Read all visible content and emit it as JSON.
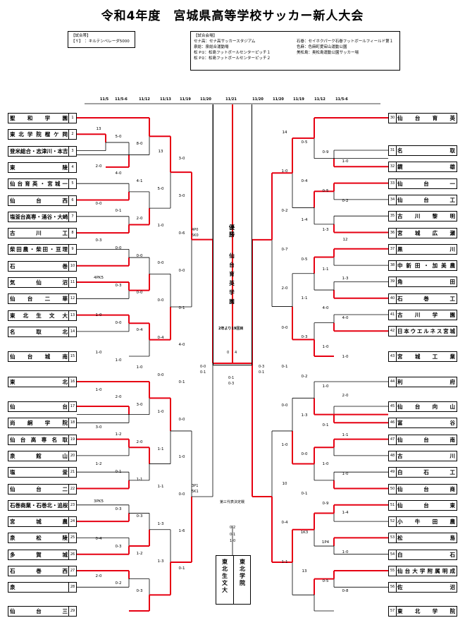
{
  "title": "令和4年度　宮城県高等学校サッカー新人大会",
  "venue_box_left": {
    "heading": "【試合帯】",
    "lines": [
      "【Ｙ】　：キルテンペレーダ5000"
    ]
  },
  "venue_box_right": {
    "heading": "【試合会場】",
    "left_lines": [
      "セナ高：セナ高サッカースタジアム",
      "泉総：泉総合運動場",
      "松 P①：松島フットボールセンターピッチ１",
      "松 P②：松島フットボールセンターピッチ２"
    ],
    "right_lines": [
      "石巻：セイホクパーク石巻フットボールフィールド第１",
      "色麻：色麻町愛宕山運動公園",
      "美松島：奥松島運動公園サッカー場"
    ]
  },
  "dates": [
    "11/5",
    "11/5-6",
    "11/12",
    "11/13",
    "11/19",
    "11/20",
    "11/21",
    "11/20",
    "11/20",
    "11/19",
    "11/12",
    "11/5-6"
  ],
  "left_teams": [
    {
      "n": "1",
      "name": "聖 和 学 園"
    },
    {
      "n": "2",
      "name": "東北学院榴ケ岡"
    },
    {
      "n": "3",
      "name": "登米総合・志津川・本吉響"
    },
    {
      "n": "4",
      "name": "東 陵"
    },
    {
      "n": "5",
      "name": "仙台育英・宮城一"
    },
    {
      "n": "6",
      "name": "仙 台 西"
    },
    {
      "n": "7",
      "name": "塩釜台高専・涌谷・大崎中央"
    },
    {
      "n": "8",
      "name": "古 川 工"
    },
    {
      "n": "9",
      "name": "柴田農・柴田・亘理"
    },
    {
      "n": "10",
      "name": "石 巻"
    },
    {
      "n": "11",
      "name": "気 仙 沼"
    },
    {
      "n": "12",
      "name": "仙 台 二 華"
    },
    {
      "n": "13",
      "name": "東 北 生 文 大"
    },
    {
      "n": "14",
      "name": "名 取 北"
    },
    {
      "n": "15",
      "name": "仙 台 城 南"
    },
    {
      "n": "16",
      "name": "東 北"
    },
    {
      "n": "17",
      "name": "仙 台"
    },
    {
      "n": "18",
      "name": "尚 絅 学 院"
    },
    {
      "n": "19",
      "name": "仙台高専名取"
    },
    {
      "n": "20",
      "name": "泉 館 山"
    },
    {
      "n": "21",
      "name": "塩 釜"
    },
    {
      "n": "22",
      "name": "仙 台 二"
    },
    {
      "n": "23",
      "name": "石巻商業・石巻北・追桜"
    },
    {
      "n": "24",
      "name": "宮 城 農"
    },
    {
      "n": "25",
      "name": "泉 松 陵"
    },
    {
      "n": "26",
      "name": "多 賀 城"
    },
    {
      "n": "27",
      "name": "石 巻 西"
    },
    {
      "n": "28",
      "name": "泉"
    },
    {
      "n": "29",
      "name": "仙 台 三"
    }
  ],
  "right_teams": [
    {
      "n": "30",
      "name": "仙 台 育 英"
    },
    {
      "n": "31",
      "name": "名 取"
    },
    {
      "n": "32",
      "name": "鏡 雄"
    },
    {
      "n": "33",
      "name": "仙 台 一"
    },
    {
      "n": "34",
      "name": "仙 台 工"
    },
    {
      "n": "35",
      "name": "古 川 黎 明"
    },
    {
      "n": "36",
      "name": "宮 城 広 瀬"
    },
    {
      "n": "37",
      "name": "黒 川"
    },
    {
      "n": "38",
      "name": "中新田・加美農"
    },
    {
      "n": "39",
      "name": "角 田"
    },
    {
      "n": "40",
      "name": "石 巻 工"
    },
    {
      "n": "41",
      "name": "古 川 学 園"
    },
    {
      "n": "42",
      "name": "日本ウエルネス宮城"
    },
    {
      "n": "43",
      "name": "宮 城 工 業"
    },
    {
      "n": "44",
      "name": "利 府"
    },
    {
      "n": "45",
      "name": "仙 台 向 山"
    },
    {
      "n": "46",
      "name": "富 谷"
    },
    {
      "n": "47",
      "name": "仙 台 南"
    },
    {
      "n": "48",
      "name": "古 川"
    },
    {
      "n": "49",
      "name": "白 石 工"
    },
    {
      "n": "50",
      "name": "仙 台 商"
    },
    {
      "n": "51",
      "name": "仙 台 東"
    },
    {
      "n": "52",
      "name": "小 牛 田 農"
    },
    {
      "n": "53",
      "name": "松 島"
    },
    {
      "n": "54",
      "name": "白 石"
    },
    {
      "n": "55",
      "name": "仙台大学附属明成"
    },
    {
      "n": "56",
      "name": "佐 沼"
    },
    {
      "n": "57",
      "name": "東 北 学 院"
    }
  ],
  "scores_left": [
    {
      "t": "13"
    },
    {
      "t": "5-0"
    },
    {
      "t": "8-0"
    },
    {
      "t": "13"
    },
    {
      "t": "3-0"
    },
    {
      "t": "2-0"
    },
    {
      "t": "4-0"
    },
    {
      "t": "4-1"
    },
    {
      "t": "5-0"
    },
    {
      "t": "3-0"
    },
    {
      "t": "0-0"
    },
    {
      "t": "0-1"
    },
    {
      "t": "2-0"
    },
    {
      "t": "1-0"
    },
    {
      "t": "0-6"
    },
    {
      "t": "0-3"
    },
    {
      "t": "0-0"
    },
    {
      "t": "0-0"
    },
    {
      "t": "0-0"
    },
    {
      "t": "0-0"
    },
    {
      "t": "4PK5"
    },
    {
      "t": "0-3"
    },
    {
      "t": "0-0"
    },
    {
      "t": "0-0"
    },
    {
      "t": "0-1"
    },
    {
      "t": "1-0"
    },
    {
      "t": "0-0"
    },
    {
      "t": "0-4"
    },
    {
      "t": "0-4"
    },
    {
      "t": "4-0"
    },
    {
      "t": "1-0"
    },
    {
      "t": "1-0"
    },
    {
      "t": "1-0"
    },
    {
      "t": "0-0"
    },
    {
      "t": "0-1"
    },
    {
      "t": "1-0"
    },
    {
      "t": "2-0"
    },
    {
      "t": "3-0"
    },
    {
      "t": "1-0"
    },
    {
      "t": "0-0"
    },
    {
      "t": "3-0"
    },
    {
      "t": "1-2"
    },
    {
      "t": "2-0"
    },
    {
      "t": "1-1"
    },
    {
      "t": "1-0"
    },
    {
      "t": "1-2"
    },
    {
      "t": "0-1"
    },
    {
      "t": "1-1"
    },
    {
      "t": "1-1"
    },
    {
      "t": "0-0"
    },
    {
      "t": "3PK5"
    },
    {
      "t": "0-3"
    },
    {
      "t": "0-3"
    },
    {
      "t": "1-3"
    },
    {
      "t": "1-6"
    },
    {
      "t": "0-4"
    },
    {
      "t": "0-3"
    },
    {
      "t": "1-2"
    },
    {
      "t": "1-3"
    },
    {
      "t": "0-1"
    },
    {
      "t": "2-0"
    },
    {
      "t": "0-2"
    },
    {
      "t": "0-3"
    }
  ],
  "center": {
    "winner_label": "優 勝",
    "winner_name": "仙 台 育 英 学 園",
    "note": "2年より19回目",
    "final_score_a": "0",
    "final_score_b": "4",
    "semi_left_a": "0-0",
    "semi_left_b": "0-1",
    "mid_a": "0-1",
    "mid_b": "0-3",
    "semi_right_a": "0-3",
    "semi_right_b": "0-1",
    "third_place_label": "第三代表決定戦",
    "third_score_a": "0-2",
    "third_score_b": "0-1",
    "third_score_c": "1-0",
    "third_left": "東 北 生 文 大",
    "third_right": "東 北 学 院",
    "pk_left_top": "4P0",
    "pk_left_top2": "5K0",
    "pk_left_bot": "3P1",
    "pk_left_bot2": "5K1"
  },
  "scores_right": [
    {
      "t": "14"
    },
    {
      "t": "0-5"
    },
    {
      "t": "0-9"
    },
    {
      "t": "1-0"
    },
    {
      "t": "1-0"
    },
    {
      "t": "0-4"
    },
    {
      "t": "0-5"
    },
    {
      "t": "0-2"
    },
    {
      "t": "0-2"
    },
    {
      "t": "1-4"
    },
    {
      "t": "1-3"
    },
    {
      "t": "12"
    },
    {
      "t": "0-7"
    },
    {
      "t": "0-5"
    },
    {
      "t": "1-1"
    },
    {
      "t": "1-3"
    },
    {
      "t": "2-0"
    },
    {
      "t": "1-1"
    },
    {
      "t": "4-0"
    },
    {
      "t": "4-0"
    },
    {
      "t": "0-0"
    },
    {
      "t": "0-3"
    },
    {
      "t": "1-0"
    },
    {
      "t": "1-0"
    },
    {
      "t": "0-1"
    },
    {
      "t": "0-2"
    },
    {
      "t": "1-0"
    },
    {
      "t": "2-0"
    },
    {
      "t": "0-0"
    },
    {
      "t": "1-3"
    },
    {
      "t": "0-1"
    },
    {
      "t": "1-1"
    },
    {
      "t": "1-0"
    },
    {
      "t": "0-0"
    },
    {
      "t": "1-0"
    },
    {
      "t": "1-0"
    },
    {
      "t": "10"
    },
    {
      "t": "0-1"
    },
    {
      "t": "0-9"
    },
    {
      "t": "1-4"
    },
    {
      "t": "0-4"
    },
    {
      "t": "1K3"
    },
    {
      "t": "1P4"
    },
    {
      "t": "1-0"
    },
    {
      "t": "1-1"
    },
    {
      "t": "13"
    },
    {
      "t": "0-5"
    },
    {
      "t": "0-8"
    }
  ]
}
